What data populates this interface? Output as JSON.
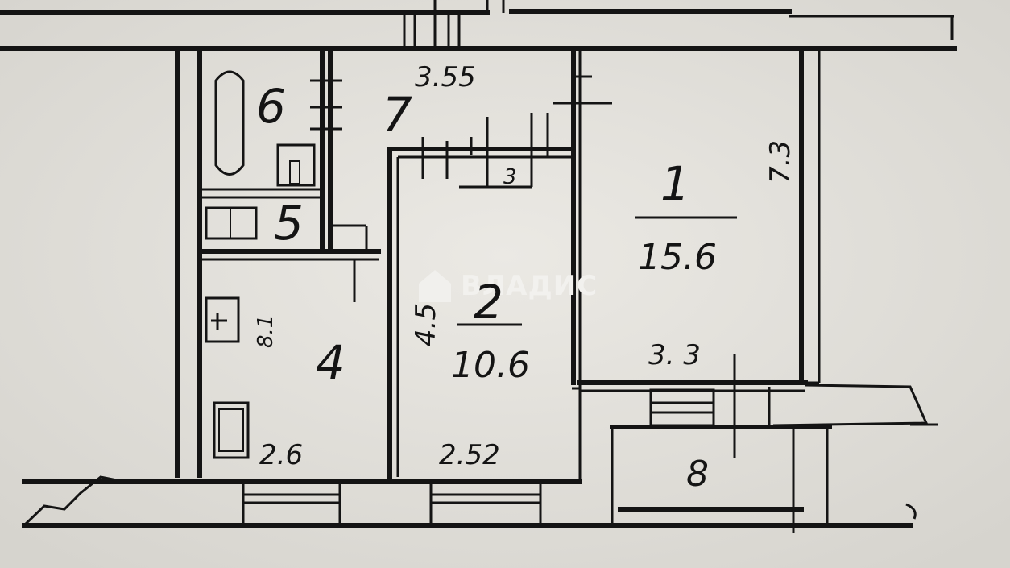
{
  "rooms": [
    {
      "number": "1",
      "area": "15.6"
    },
    {
      "number": "2",
      "area": "10.6"
    },
    {
      "number": "3"
    },
    {
      "number": "4"
    },
    {
      "number": "5"
    },
    {
      "number": "6"
    },
    {
      "number": "7"
    },
    {
      "number": "8"
    }
  ],
  "dimensions": {
    "room7_width": "3.55",
    "room1_side": "7.3",
    "room1_bottom": "3. 3",
    "room2_side": "4.5",
    "room2_bottom": "2.52",
    "room4_bottom": "2.6",
    "room4_side": "8.1"
  },
  "watermark": {
    "text": "ВЛАДИС"
  },
  "colors": {
    "paper": "#e4e2dc",
    "ink": "#141414"
  }
}
